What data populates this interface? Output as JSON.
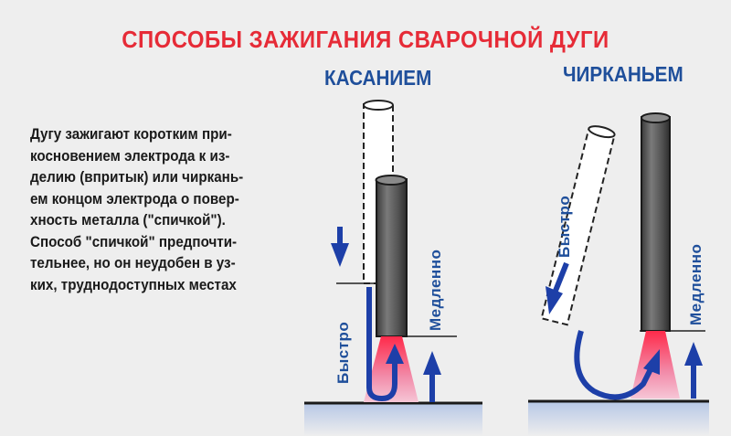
{
  "title": "СПОСОБЫ ЗАЖИГАНИЯ СВАРОЧНОЙ ДУГИ",
  "methods": {
    "touch": {
      "title": "КАСАНИЕМ",
      "fast_label": "Быстро",
      "slow_label": "Медленно"
    },
    "strike": {
      "title": "ЧИРКАНЬЕМ",
      "fast_label": "Быстро",
      "slow_label": "Медленно"
    }
  },
  "description": {
    "lines": [
      "Дугу зажигают коротким при-",
      "косновением электрода к из-",
      "делию (впритык) или чиркань-",
      "ем концом электрода о повер-",
      "хность металла  (\"спичкой\").",
      "Способ \"спичкой\" предпочти-",
      "тельнее, но он неудобен в уз-",
      "ких, труднодоступных местах"
    ]
  },
  "colors": {
    "title": "#e62b37",
    "heading": "#1f4f9b",
    "arrow": "#1d3fa8",
    "electrode": "#4a4a4a",
    "arc": "#e8557a",
    "metal_top": "#b8c8e6"
  }
}
